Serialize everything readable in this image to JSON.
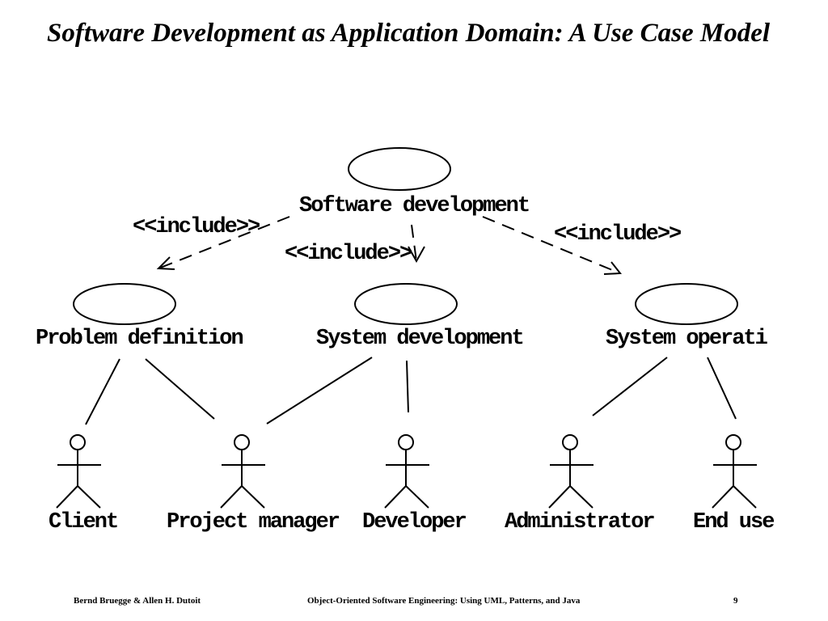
{
  "slide": {
    "title": "Software Development as Application Domain: A Use Case Model"
  },
  "diagram": {
    "use_cases": {
      "software_development": "Software development",
      "problem_definition": "Problem definition",
      "system_development": "System development",
      "system_operation": "System operati"
    },
    "include_labels": {
      "left": "<<include>>",
      "middle": "<<include>>",
      "right": "<<include>>"
    },
    "actors": {
      "client": "Client",
      "project_manager": "Project manager",
      "developer": "Developer",
      "administrator": "Administrator",
      "end_user": "End use"
    }
  },
  "footer": {
    "authors": "Bernd Bruegge & Allen H. Dutoit",
    "book": "Object-Oriented Software Engineering: Using UML, Patterns, and Java",
    "page": "9"
  }
}
